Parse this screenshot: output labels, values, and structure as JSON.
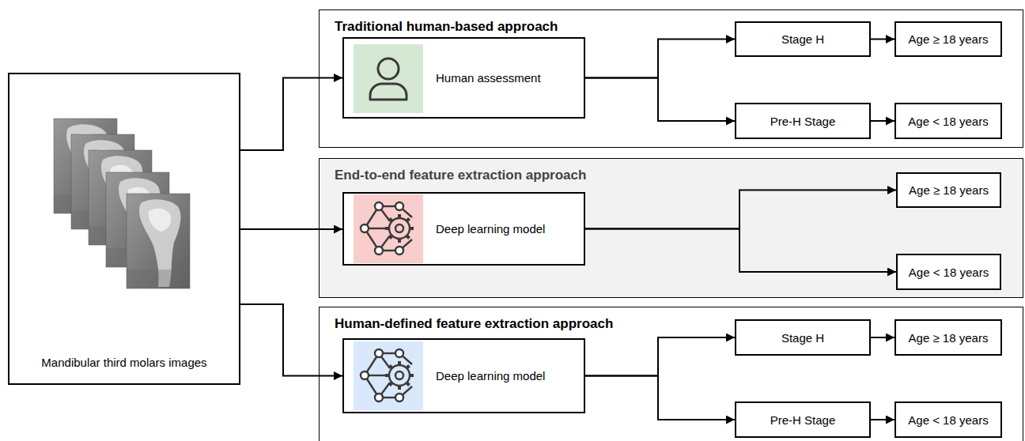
{
  "diagram": {
    "nodes": [
      {
        "text": [
          "Mandibular third molars images"
        ]
      },
      {
        "text": [
          "Traditional human-based approach"
        ]
      },
      {
        "text": [
          "Human assessment"
        ],
        "in": 1
      },
      {
        "text": [
          "Stage H"
        ],
        "in": 1
      },
      {
        "text": [
          "Age ≥ 18 years"
        ],
        "in": 1
      },
      {
        "text": [
          "Pre-H Stage"
        ],
        "in": 1
      },
      {
        "text": [
          "Age < 18 years"
        ],
        "in": 1
      },
      {
        "text": [
          "End-to-end feature extraction approach"
        ]
      },
      {
        "text": [
          "Deep learning model"
        ],
        "in": 7
      },
      {
        "text": [
          "Age ≥ 18 years"
        ],
        "in": 7
      },
      {
        "text": [
          "Age < 18 years"
        ],
        "in": 7
      },
      {
        "text": [
          "Human-defined feature extraction approach"
        ]
      },
      {
        "text": [
          "Deep learning model"
        ],
        "in": 11
      },
      {
        "text": [
          "Stage H"
        ],
        "in": 11
      },
      {
        "text": [
          "Age ≥ 18 years"
        ],
        "in": 11
      },
      {
        "text": [
          "Pre-H Stage"
        ],
        "in": 11
      },
      {
        "text": [
          "Age < 18 years"
        ],
        "in": 11
      }
    ],
    "edges": [
      {
        "from": 0,
        "to": 2,
        "arrow": "to"
      },
      {
        "from": 0,
        "to": 8,
        "arrow": "to"
      },
      {
        "from": 0,
        "to": 12,
        "arrow": "to"
      },
      {
        "from": 2,
        "to": 3,
        "arrow": "to"
      },
      {
        "from": 2,
        "to": 5,
        "arrow": "to"
      },
      {
        "from": 3,
        "to": 4,
        "arrow": "to"
      },
      {
        "from": 5,
        "to": 6,
        "arrow": "to"
      },
      {
        "from": 8,
        "to": 9,
        "arrow": "to"
      },
      {
        "from": 8,
        "to": 10,
        "arrow": "to"
      },
      {
        "from": 12,
        "to": 13,
        "arrow": "to"
      },
      {
        "from": 12,
        "to": 15,
        "arrow": "to"
      },
      {
        "from": 13,
        "to": 14,
        "arrow": "to"
      },
      {
        "from": 15,
        "to": 16,
        "arrow": "to"
      }
    ]
  }
}
